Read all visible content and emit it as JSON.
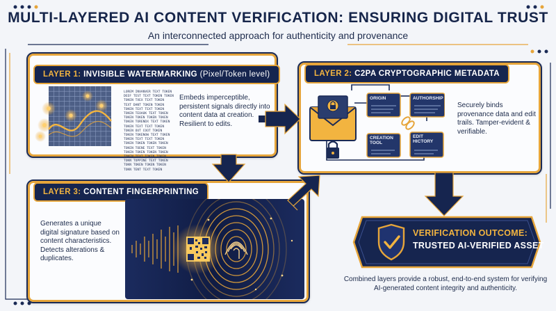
{
  "title": "MULTI-LAYERED AI CONTENT VERIFICATION: ENSURING DIGITAL TRUST",
  "subtitle": "An interconnected approach for authenticity and provenance",
  "layer1": {
    "prefix": "LAYER 1:",
    "name": "INVISIBLE WATERMARKING",
    "qualifier": "(Pixel/Token level)",
    "description": "Embeds imperceptible, persistent signals directly into content data at creation. Resilient to edits.",
    "token_lines": [
      "LOREM INVANVER TEXT TOKEN",
      "DEEF TEST TEXT TOKEN TOKEN",
      "TOKEN TXEX TEXT TOKEN",
      "TEXT DANT TOKEN TOKEN",
      "TOKEN TEXT TEXT TOKEN",
      "TOKEN TEOAOK TEXT TOKEN",
      "TOKEN TOKEN TOKEN TOKEN",
      "TOKEN TORENDX TEXT TOKEN",
      "TOKEN TEXT TEXT TOKEN",
      "TOKEN OUT COOT TOKEN",
      "TOKEN TOKENOW TEXT TOKEN",
      "TOKEN TEXT TEXT TOKEN",
      "TOKEN TOKEN TOKEN TOKEN",
      "TOKEN TOENE TEXT TOKEN",
      "TOKEN TOKEN TOKEN TOKEN",
      "TOKEN TEXT TOKEN TOKEN",
      "TOKN TOPPINE TEXT TOKEN",
      "TOKN TOKEN TOKEN TOKEN",
      "TOKN TENT TEXT TOKEN"
    ]
  },
  "layer2": {
    "prefix": "LAYER 2:",
    "name": "C2PA CRYPTOGRAPHIC METADATA",
    "description": "Securely binds provenance data and edit trails. Tamper-evident & verifiable.",
    "boxes": [
      "ORIGIN",
      "AUTHORSHIP",
      "CREATION TOOL",
      "EDIT HICTORY"
    ]
  },
  "layer3": {
    "prefix": "LAYER 3:",
    "name": "CONTENT FINGERPRINTING",
    "description": "Generates a unique digital signature based on content characteristics. Detects alterations & duplicates."
  },
  "outcome": {
    "line1": "VERIFICATION OUTCOME:",
    "line2": "TRUSTED AI-VERIFIED ASSET",
    "description": "Combined layers provide a robust, end-to-end system for verifying AI-generated content integrity and authenticity."
  },
  "icons": [
    "watermark-grid-icon",
    "envelope-lock-icon",
    "fingerprint-icon",
    "qr-code-icon",
    "shield-check-icon",
    "flow-arrow-icon"
  ],
  "colors": {
    "navy": "#16254f",
    "gold": "#e6a53a",
    "background": "#f3f5f9"
  }
}
